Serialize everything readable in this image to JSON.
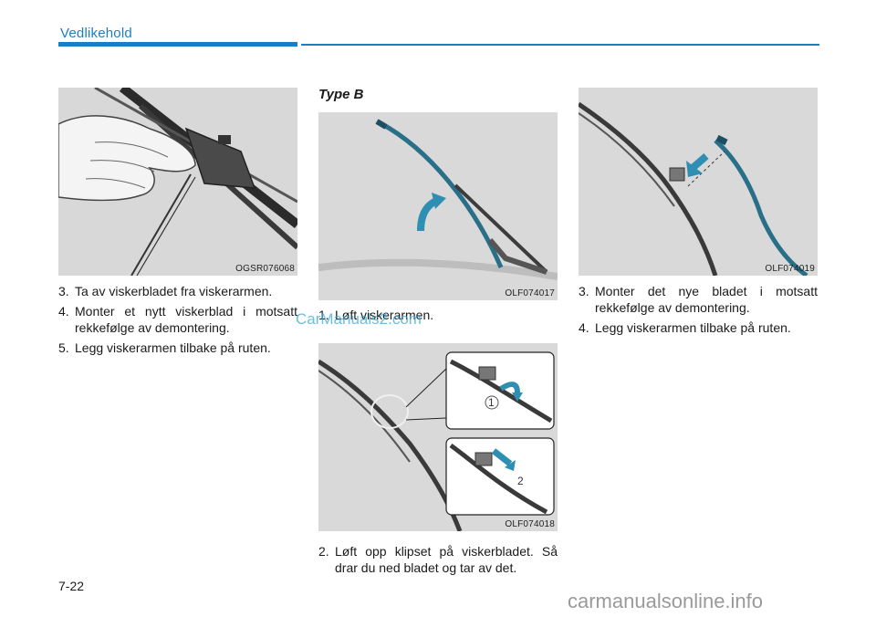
{
  "header": {
    "section_title": "Vedlikehold"
  },
  "left_column": {
    "figure_code": "OGSR076068",
    "steps": [
      {
        "num": "3.",
        "text": "Ta av viskerbladet fra viskerarmen."
      },
      {
        "num": "4.",
        "text": "Monter et nytt viskerblad i motsatt rekkefølge av demontering."
      },
      {
        "num": "5.",
        "text": "Legg viskerarmen tilbake på ruten."
      }
    ]
  },
  "middle_column": {
    "type_heading": "Type B",
    "figure1_code": "OLF074017",
    "step1": {
      "num": "1.",
      "text": "Løft viskerarmen."
    },
    "figure2_code": "OLF074018",
    "figure2_callouts": [
      "1",
      "2"
    ],
    "step2": {
      "num": "2.",
      "text": "Løft opp klipset på viskerbladet. Så drar du ned bladet og tar av det."
    }
  },
  "right_column": {
    "figure_code": "OLF074019",
    "steps": [
      {
        "num": "3.",
        "text": "Monter det nye bladet i motsatt rekkefølge av demontering."
      },
      {
        "num": "4.",
        "text": "Legg viskerarmen tilbake på ruten."
      }
    ]
  },
  "watermarks": {
    "overlay": "CarManuals2.com",
    "footer": "carmanualsonline.info"
  },
  "page_number": "7-22",
  "colors": {
    "accent_blue": "#1c7ec2",
    "arrow_teal": "#2f8fb3",
    "figure_bg": "#dcdcdc"
  }
}
